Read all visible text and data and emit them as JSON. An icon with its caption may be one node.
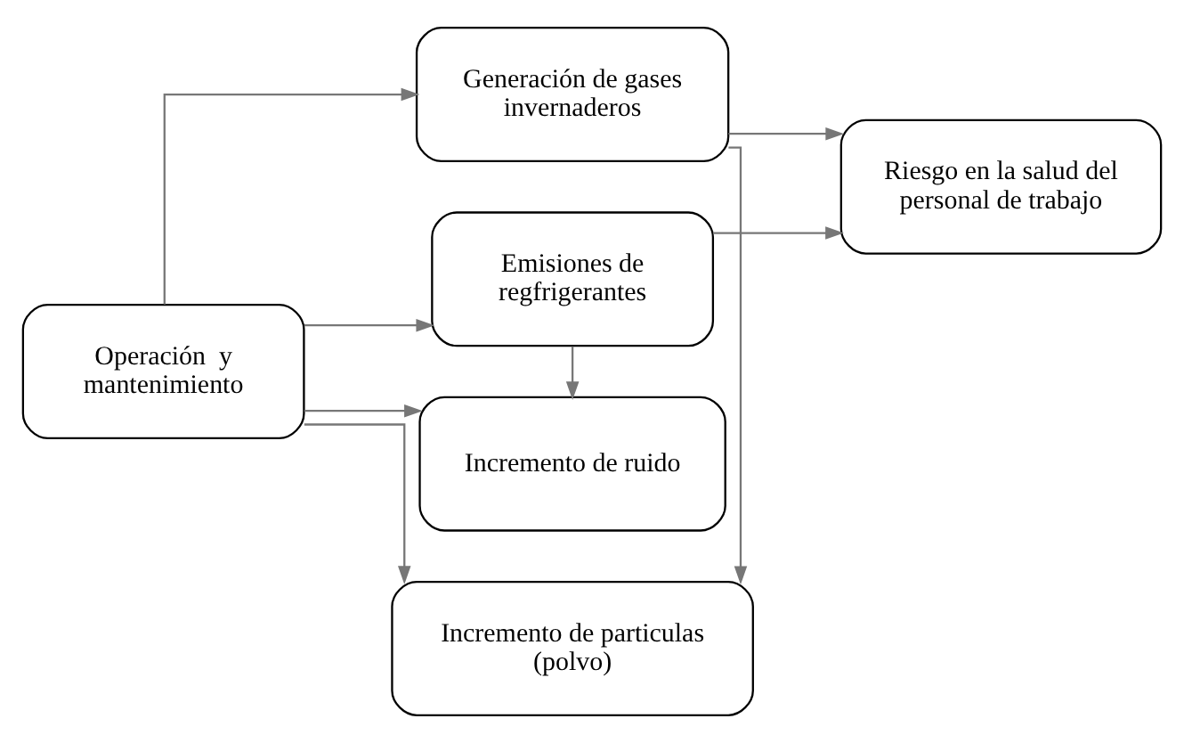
{
  "diagram": {
    "nodes": [
      {
        "text": [
          "Operación  y mantenimiento"
        ]
      },
      {
        "text": [
          "Generación de gases invernaderos"
        ]
      },
      {
        "text": [
          "Emisiones de regfrigerantes"
        ]
      },
      {
        "text": [
          "Incremento de ruido"
        ]
      },
      {
        "text": [
          "Incremento de particulas (polvo)"
        ]
      },
      {
        "text": [
          "Riesgo en la salud del personal de trabajo"
        ]
      }
    ],
    "edges": [
      {
        "from": 0,
        "to": 1,
        "arrow": "to"
      },
      {
        "from": 0,
        "to": 2,
        "arrow": "to"
      },
      {
        "from": 0,
        "to": 3,
        "arrow": "to"
      },
      {
        "from": 0,
        "to": 4,
        "arrow": "to"
      },
      {
        "from": 1,
        "to": 5,
        "arrow": "to"
      },
      {
        "from": 2,
        "to": 5,
        "arrow": "to"
      },
      {
        "from": 2,
        "to": 3,
        "arrow": "to"
      },
      {
        "from": 1,
        "to": 4,
        "arrow": "to"
      }
    ]
  }
}
